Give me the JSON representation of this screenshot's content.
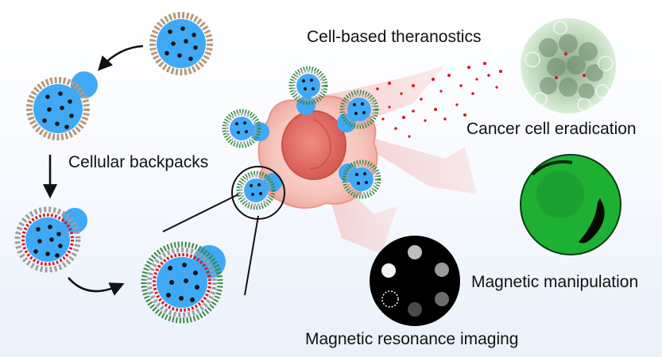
{
  "labels": {
    "theranostics": "Cell-based theranostics",
    "eradication": "Cancer cell eradication",
    "backpacks": "Cellular backpacks",
    "manipulation": "Magnetic manipulation",
    "mri": "Magnetic resonance imaging"
  },
  "colors": {
    "particle_blue": "#3fa9f5",
    "core_black": "#111111",
    "coating_brown": "#b89a7a",
    "coating_gray": "#a0a0a0",
    "ligand_green": "#3c8a45",
    "charge_red": "#d8141e",
    "cell_pink": "#f6c4bc",
    "nucleus_red": "#e0655d",
    "fluorescence_green": "#22c43a"
  }
}
